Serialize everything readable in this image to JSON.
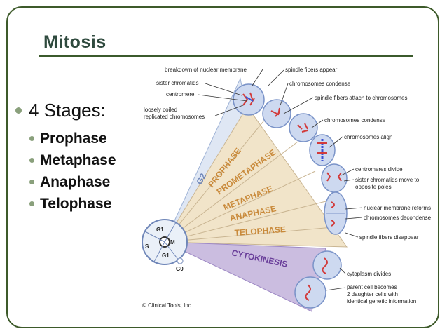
{
  "slide": {
    "title": "Mitosis",
    "main_bullet": "4 Stages:",
    "sub_bullets": [
      "Prophase",
      "Metaphase",
      "Anaphase",
      "Telophase"
    ]
  },
  "figure": {
    "cycle_labels": {
      "g2": "G2",
      "g1": "G1",
      "s": "S",
      "g1b": "G1",
      "g0": "G0",
      "m": "M"
    },
    "stages": [
      "PROPHASE",
      "PROMETAPHASE",
      "METAPHASE",
      "ANAPHASE",
      "TELOPHASE",
      "CYTOKINESIS"
    ],
    "left_labels": [
      "breakdown of nuclear membrane",
      "sister chromatids",
      "centromere",
      "loosely coiled",
      "replicated chromosomes"
    ],
    "right_labels": [
      "spindle fibers appear",
      "chromosomes condense",
      "spindle fibers attach to chromosomes",
      "chromosomes condense",
      "chromosomes align",
      "centromeres divide",
      "sister chromatids move to",
      "opposite poles",
      "nuclear membrane reforms",
      "chromosomes decondense",
      "spindle fibers disappear",
      "cytoplasm divides",
      "parent cell becomes",
      "2 daughter cells with",
      "identical genetic information"
    ],
    "credit": "© Clinical Tools, Inc."
  }
}
